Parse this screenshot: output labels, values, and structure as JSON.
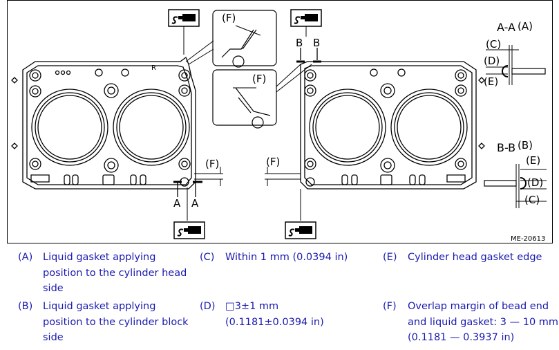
{
  "figure": {
    "ref_code": "ME-20613",
    "callouts": {
      "A": "A",
      "B": "B",
      "F": "(F)",
      "C": "(C)",
      "D": "(D)",
      "E": "(E)",
      "R": "R"
    },
    "sections": {
      "aa_title": "A-A",
      "aa_sub": "(A)",
      "bb_title": "B-B",
      "bb_sub": "(B)"
    }
  },
  "legend": [
    {
      "code": "(A)",
      "lines": [
        "Liquid gasket applying",
        "position to the cylinder head",
        "side"
      ]
    },
    {
      "code": "(B)",
      "lines": [
        "Liquid gasket applying",
        "position to the cylinder block",
        "side"
      ]
    },
    {
      "code": "(C)",
      "lines": [
        "Within 1 mm (0.0394 in)"
      ]
    },
    {
      "code": "(D)",
      "lines": [
        "□3±1 mm",
        "(0.1181±0.0394 in)"
      ]
    },
    {
      "code": "(E)",
      "lines": [
        "Cylinder head gasket edge"
      ]
    },
    {
      "code": "(F)",
      "lines": [
        "Overlap margin of bead end",
        "and liquid gasket: 3 — 10 mm",
        "(0.1181 — 0.3937 in)"
      ]
    }
  ]
}
